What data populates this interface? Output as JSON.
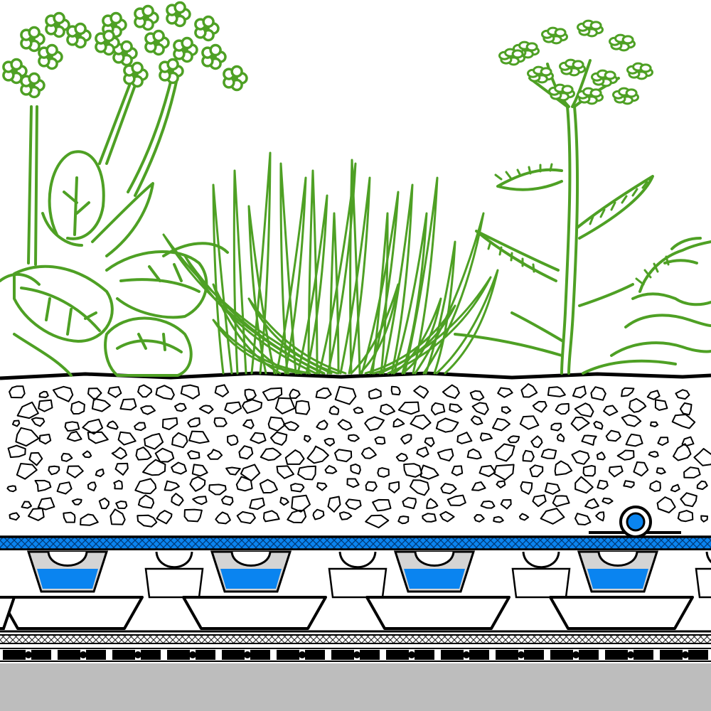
{
  "diagram": {
    "subject": "green-roof-cross-section",
    "colors": {
      "vegetation": "#4ea024",
      "water": "#0a84f0",
      "retention_cup": "#d4d4d4",
      "deck": "#bdbdbd",
      "outline": "#000000",
      "background": "#ffffff"
    },
    "layers": [
      {
        "id": "vegetation",
        "icon": "plants-icon"
      },
      {
        "id": "substrate",
        "icon": "gravel-texture"
      },
      {
        "id": "filter-fleece",
        "icon": "blue-hatched-band"
      },
      {
        "id": "drainage-element",
        "icon": "water-cup",
        "cup_count": 4
      },
      {
        "id": "protection-mat",
        "icon": "cross-hatched-band"
      },
      {
        "id": "root-barrier",
        "icon": "dashed-dotted-band"
      },
      {
        "id": "roof-deck",
        "icon": "grey-slab"
      }
    ],
    "drain_pipe": {
      "icon": "drain-pipe-icon"
    }
  }
}
